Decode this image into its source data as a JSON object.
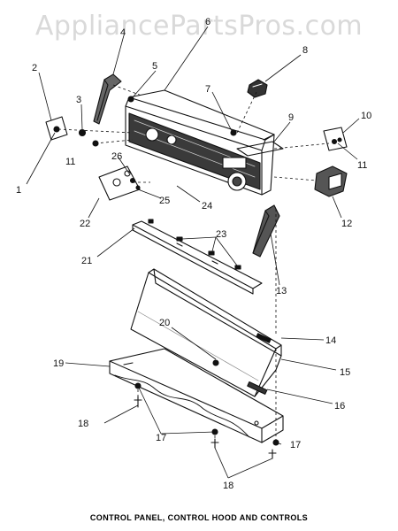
{
  "watermark": "AppliancePartsPros.com",
  "caption": "CONTROL PANEL, CONTROL HOOD AND CONTROLS",
  "callouts": [
    {
      "id": "c1",
      "label": "1"
    },
    {
      "id": "c2",
      "label": "2"
    },
    {
      "id": "c3",
      "label": "3"
    },
    {
      "id": "c4",
      "label": "4"
    },
    {
      "id": "c5",
      "label": "5"
    },
    {
      "id": "c6",
      "label": "6"
    },
    {
      "id": "c7",
      "label": "7"
    },
    {
      "id": "c8",
      "label": "8"
    },
    {
      "id": "c9",
      "label": "9"
    },
    {
      "id": "c10",
      "label": "10"
    },
    {
      "id": "c11a",
      "label": "11"
    },
    {
      "id": "c11b",
      "label": "11"
    },
    {
      "id": "c12",
      "label": "12"
    },
    {
      "id": "c13",
      "label": "13"
    },
    {
      "id": "c14",
      "label": "14"
    },
    {
      "id": "c15",
      "label": "15"
    },
    {
      "id": "c16",
      "label": "16"
    },
    {
      "id": "c17a",
      "label": "17"
    },
    {
      "id": "c17b",
      "label": "17"
    },
    {
      "id": "c18a",
      "label": "18"
    },
    {
      "id": "c18b",
      "label": "18"
    },
    {
      "id": "c19",
      "label": "19"
    },
    {
      "id": "c20",
      "label": "20"
    },
    {
      "id": "c21",
      "label": "21"
    },
    {
      "id": "c22",
      "label": "22"
    },
    {
      "id": "c23",
      "label": "23"
    },
    {
      "id": "c24",
      "label": "24"
    },
    {
      "id": "c25",
      "label": "25"
    },
    {
      "id": "c26",
      "label": "26"
    }
  ]
}
